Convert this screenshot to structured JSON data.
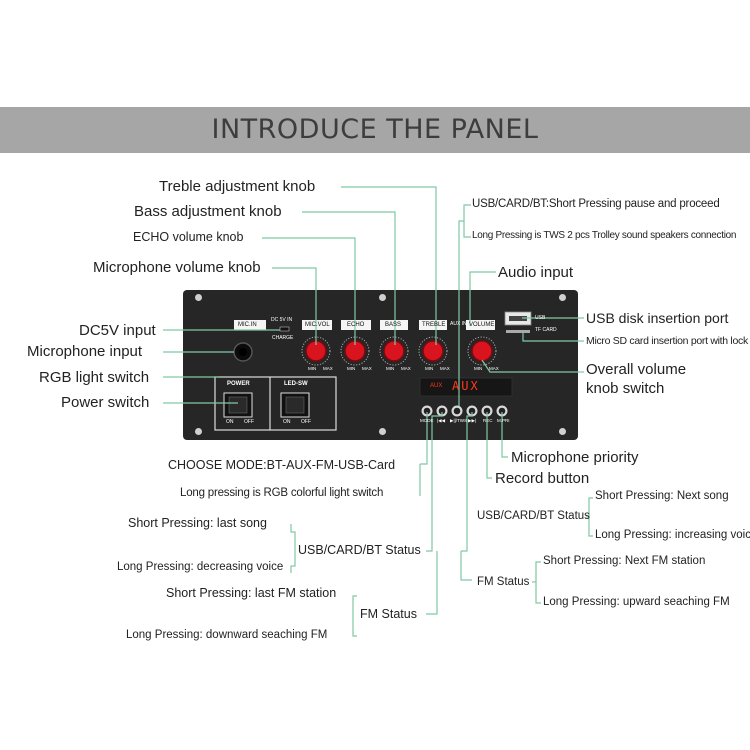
{
  "banner": {
    "title": "INTRODUCE THE PANEL"
  },
  "left_labels": {
    "treble": "Treble adjustment knob",
    "bass": "Bass adjustment knob",
    "echo": "ECHO volume knob",
    "mic_volume": "Microphone volume knob",
    "dc5v": "DC5V input",
    "mic_input": "Microphone input",
    "rgb_switch": "RGB light switch",
    "power_switch": "Power switch"
  },
  "right_labels": {
    "usb_short": "USB/CARD/BT:Short Pressing pause and proceed",
    "usb_long": "Long Pressing is TWS 2 pcs Trolley sound speakers connection",
    "audio_input": "Audio input",
    "usb_port": "USB disk insertion port",
    "sd_port": "Micro SD card insertion port with lock",
    "overall_volume_1": "Overall volume",
    "overall_volume_2": "knob switch",
    "mic_priority": "Microphone priority",
    "record": "Record button"
  },
  "bottom_left": {
    "choose_mode": "CHOOSE MODE:BT-AUX-FM-USB-Card",
    "long_rgb": "Long pressing is RGB colorful light switch",
    "short_last_song": "Short Pressing: last song",
    "usb_status": "USB/CARD/BT Status",
    "long_decrease": "Long Pressing: decreasing voice",
    "short_last_fm": "Short Pressing: last FM station",
    "fm_status": "FM Status",
    "long_down_fm": "Long Pressing: downward seaching FM"
  },
  "bottom_right": {
    "usb_status": "USB/CARD/BT Status",
    "short_next_song": "Short Pressing: Next song",
    "long_increase": "Long Pressing: increasing voice",
    "fm_status": "FM Status",
    "short_next_fm": "Short Pressing: Next FM station",
    "long_up_fm": "Long Pressing: upward seaching FM"
  },
  "panel": {
    "mic_in": "MIC.IN",
    "dc5v": "DC 5V IN",
    "charge": "CHARGE",
    "mic_vol": "MIC.VOL",
    "echo": "ECHO",
    "bass": "BASS",
    "treble": "TREBLE",
    "aux_in": "AUX IN",
    "volume": "VOLUME",
    "usb": "USB",
    "tf_card": "TF CARD",
    "power": "POWER",
    "led_sw": "LED-SW",
    "on": "ON",
    "off": "OFF",
    "min": "MIN",
    "max": "MAX",
    "display": "AUX",
    "display_small": "AUX",
    "btn_mode": "MODE",
    "btn_prev": "|◀◀",
    "btn_play": "▶||/TWS",
    "btn_next": "▶▶|",
    "btn_rec": "REC",
    "btn_mpri": "M.PRI"
  },
  "colors": {
    "banner": "#a6a6a6",
    "leader": "#7fc9a4",
    "knob": "#d9141e",
    "display": "#ff3a1a"
  }
}
